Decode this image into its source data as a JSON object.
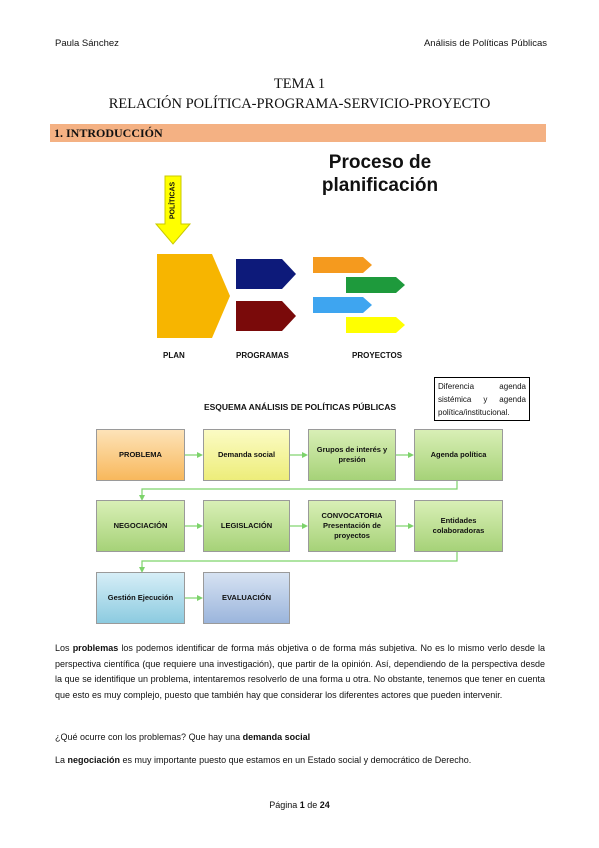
{
  "header": {
    "author": "Paula Sánchez",
    "subject": "Análisis de Políticas Públicas"
  },
  "title": {
    "line1": "TEMA 1",
    "line2": "RELACIÓN POLÍTICA-PROGRAMA-SERVICIO-PROYECTO"
  },
  "section": {
    "heading": "1. INTRODUCCIÓN"
  },
  "planning": {
    "title_line1": "Proceso de",
    "title_line2": "planificación",
    "arrow_label": "POLÍTICAS",
    "labels": {
      "plan": "PLAN",
      "programas": "PROGRAMAS",
      "proyectos": "PROYECTOS"
    },
    "colors": {
      "arrow": "#ffff00",
      "plan": "#f7b500",
      "prog1": "#0d1a7a",
      "prog2": "#7a0a0a",
      "proj1": "#f59a1e",
      "proj2": "#1e9a3c",
      "proj3": "#3ea5f0",
      "proj4": "#ffff00"
    }
  },
  "schema": {
    "title": "ESQUEMA ANÁLISIS DE POLÍTICAS PÚBLICAS",
    "note": "Diferencia agenda sistémica y agenda política/institucional.",
    "boxes": {
      "problema": "PROBLEMA",
      "demanda": "Demanda social",
      "grupos": "Grupos de interés y presión",
      "agenda": "Agenda política",
      "negociacion": "NEGOCIACIÓN",
      "legislacion": "LEGISLACIÓN",
      "convocatoria": "CONVOCATORIA Presentación de proyectos",
      "entidades": "Entidades colaboradoras",
      "gestion": "Gestión Ejecución",
      "evaluacion": "EVALUACIÓN"
    },
    "colors": {
      "arrow": "#7dd36b"
    }
  },
  "body": {
    "p1": {
      "t1": "Los ",
      "b1": "problemas",
      "t2": " los podemos identificar de forma más objetiva o de forma más subjetiva. No es lo mismo verlo desde la perspectiva científica (que requiere una investigación), que partir de la opinión. Así, dependiendo de la perspectiva desde la que se identifique un problema, intentaremos resolverlo de una forma u otra. No obstante, tenemos que tener en cuenta que esto es muy complejo, puesto que también hay que considerar los diferentes actores que pueden intervenir."
    },
    "p2": {
      "t1": "¿Qué ocurre con los problemas? Que hay una ",
      "b1": "demanda social"
    },
    "p3": {
      "t1": "La ",
      "b1": "negociación",
      "t2": " es muy importante puesto que estamos en un Estado social y democrático de Derecho."
    }
  },
  "footer": {
    "page_word": "Página",
    "page": "1",
    "of_word": "de",
    "total": "24"
  }
}
